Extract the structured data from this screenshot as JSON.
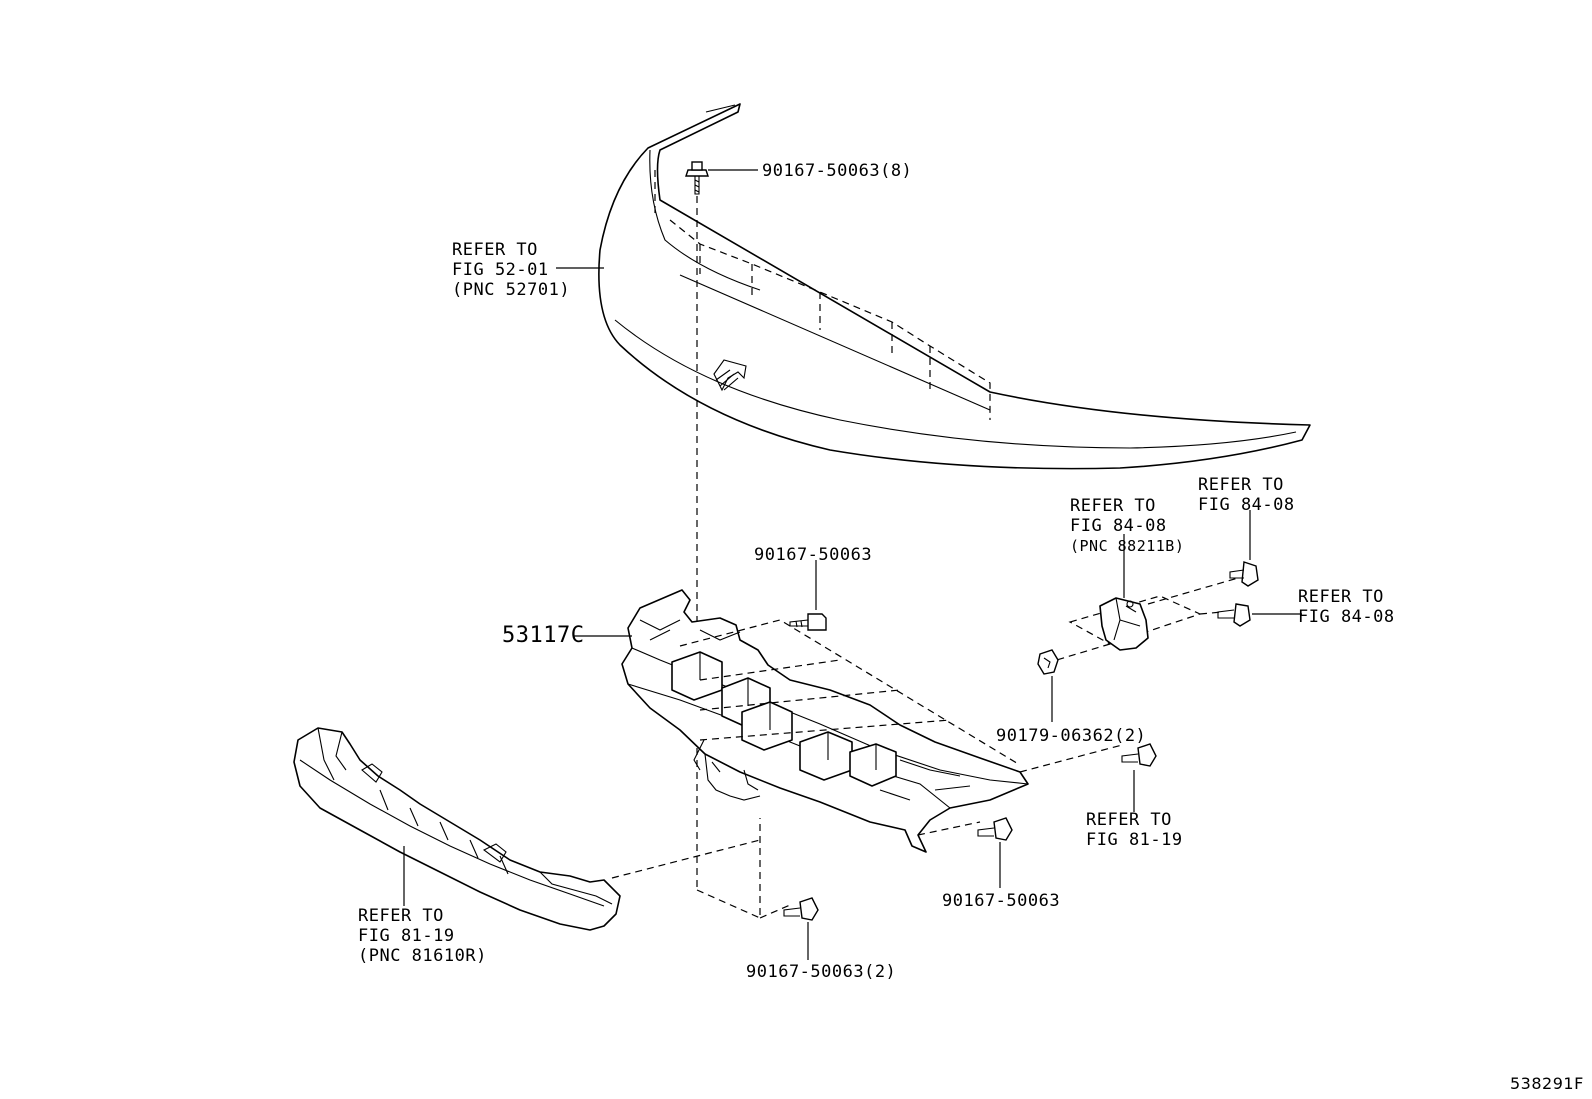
{
  "labels": {
    "hood_refer": [
      "REFER TO",
      "FIG 52-01",
      "(PNC 52701)"
    ],
    "bolt_top": "90167-50063(8)",
    "bolt_mid": "90167-50063",
    "part_main": "53117C",
    "sensor_refer": [
      "REFER TO",
      "FIG 84-08",
      "(PNC 88211B)"
    ],
    "refer_right_top": [
      "REFER TO",
      "FIG 84-08"
    ],
    "refer_right_mid": [
      "REFER TO",
      "FIG 84-08"
    ],
    "nut": "90179-06362(2)",
    "refer_fig81_right": [
      "REFER TO",
      "FIG 81-19"
    ],
    "bolt_lower_right": "90167-50063",
    "bumper_refer": [
      "REFER TO",
      "FIG 81-19",
      "(PNC 81610R)"
    ],
    "bolt_bottom": "90167-50063(2)",
    "figure_id": "538291F"
  }
}
